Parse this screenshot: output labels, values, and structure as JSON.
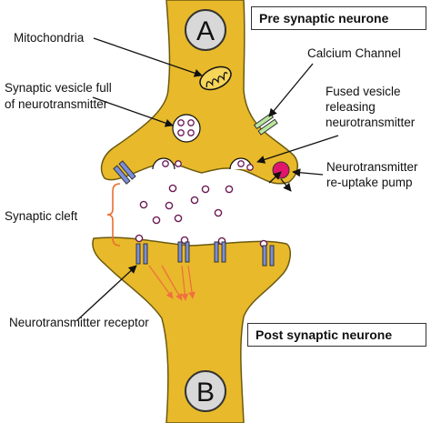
{
  "labels": {
    "node_a": "A",
    "node_b": "B",
    "pre_box": "Pre synaptic neurone",
    "post_box": "Post synaptic neurone",
    "mitochondria": "Mitochondria",
    "calcium_channel": "Calcium Channel",
    "synaptic_vesicle_line1": "Synaptic vesicle full",
    "synaptic_vesicle_line2": "of neurotransmitter",
    "fused_vesicle_line1": "Fused vesicle",
    "fused_vesicle_line2": "releasing",
    "fused_vesicle_line3": "neurotransmitter",
    "reuptake_line1": "Neurotransmitter",
    "reuptake_line2": "re-uptake pump",
    "synaptic_cleft": "Synaptic cleft",
    "receptor": "Neurotransmitter receptor"
  },
  "colors": {
    "neuron_fill": "#e8b92a",
    "neuron_stroke": "#6b5a10",
    "channel_blue": "#7b8fd8",
    "channel_green": "#b9e6a0",
    "pump_pink": "#e0156c",
    "arrow_red": "#f07040",
    "nt_dot_outline": "#6b1a55"
  }
}
